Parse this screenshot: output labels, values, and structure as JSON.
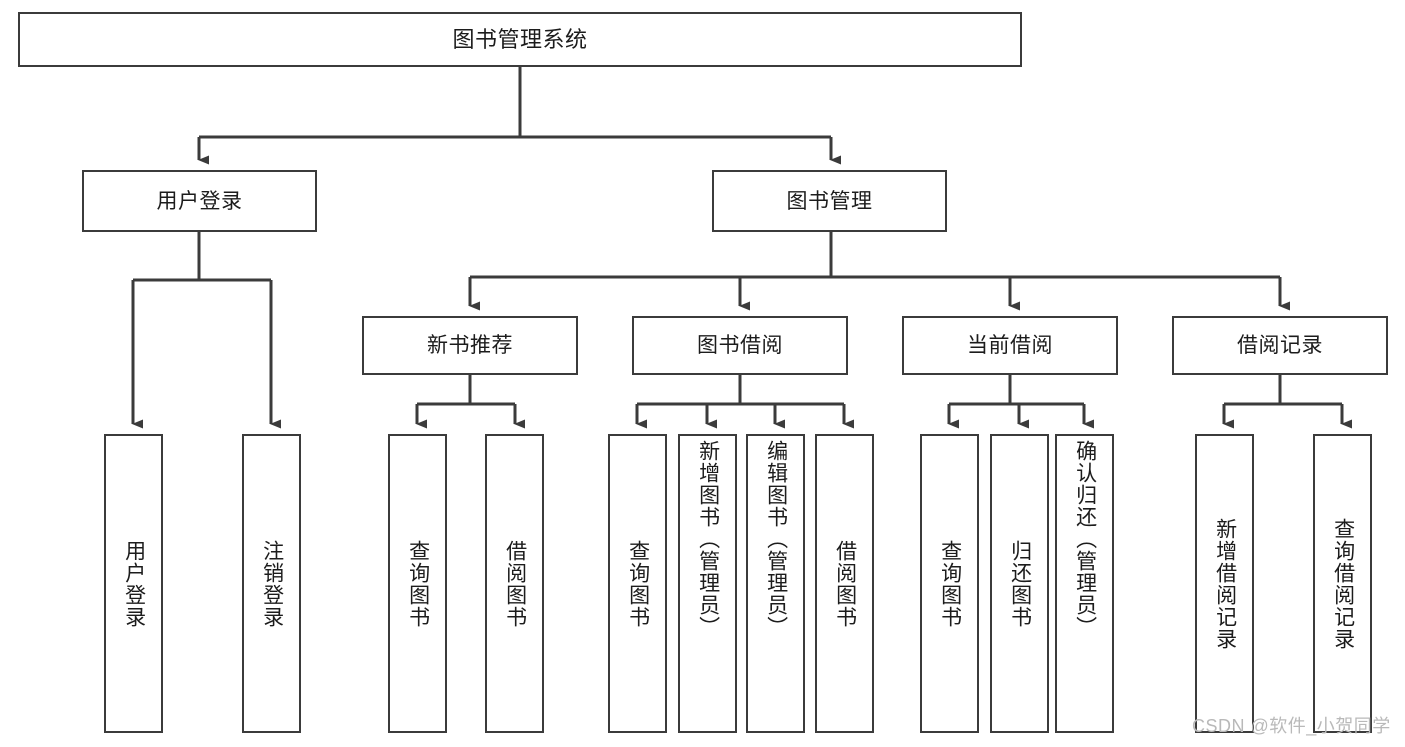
{
  "diagram": {
    "type": "tree-hierarchy",
    "title": "图书管理系统",
    "watermark": "CSDN @软件_小贺同学",
    "colors": {
      "stroke": "#3b3b3b",
      "box_fill": "#ffffff",
      "text": "#1c1c1c",
      "background": "#ffffff",
      "watermark": "#b9b9b9"
    },
    "root": {
      "label": "图书管理系统"
    },
    "level2": [
      {
        "id": "user-login",
        "label": "用户登录"
      },
      {
        "id": "book-management",
        "label": "图书管理"
      }
    ],
    "level3": [
      {
        "id": "new-book-recommend",
        "label": "新书推荐",
        "parent": "book-management"
      },
      {
        "id": "book-borrow",
        "label": "图书借阅",
        "parent": "book-management"
      },
      {
        "id": "current-borrow",
        "label": "当前借阅",
        "parent": "book-management"
      },
      {
        "id": "borrow-record",
        "label": "借阅记录",
        "parent": "book-management"
      }
    ],
    "leaves": [
      {
        "id": "leaf-user-login",
        "label": "用户登录",
        "parent": "user-login"
      },
      {
        "id": "leaf-logout-login",
        "label": "注销登录",
        "parent": "user-login"
      },
      {
        "id": "leaf-query-book-1",
        "label": "查询图书",
        "parent": "new-book-recommend"
      },
      {
        "id": "leaf-borrow-book-1",
        "label": "借阅图书",
        "parent": "new-book-recommend"
      },
      {
        "id": "leaf-query-book-2",
        "label": "查询图书",
        "parent": "book-borrow"
      },
      {
        "id": "leaf-add-book-admin",
        "label": "新增图书（管理员）",
        "parent": "book-borrow"
      },
      {
        "id": "leaf-edit-book-admin",
        "label": "编辑图书（管理员）",
        "parent": "book-borrow"
      },
      {
        "id": "leaf-borrow-book-2",
        "label": "借阅图书",
        "parent": "book-borrow"
      },
      {
        "id": "leaf-query-book-3",
        "label": "查询图书",
        "parent": "current-borrow"
      },
      {
        "id": "leaf-return-book",
        "label": "归还图书",
        "parent": "current-borrow"
      },
      {
        "id": "leaf-confirm-return-admin",
        "label": "确认归还（管理员）",
        "parent": "current-borrow"
      },
      {
        "id": "leaf-add-borrow-record",
        "label": "新增借阅记录",
        "parent": "borrow-record"
      },
      {
        "id": "leaf-query-borrow-record",
        "label": "查询借阅记录",
        "parent": "borrow-record"
      }
    ]
  }
}
